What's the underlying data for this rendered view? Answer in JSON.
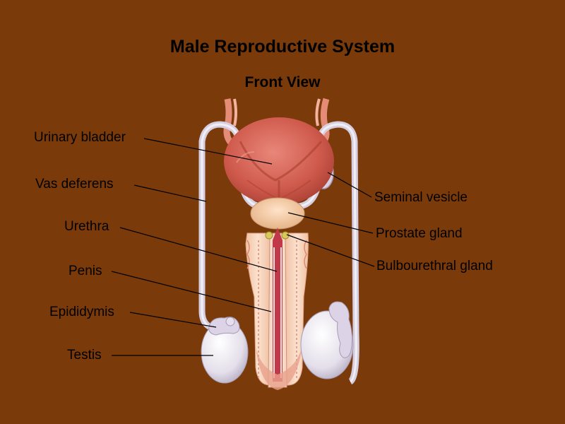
{
  "title": "Male Reproductive System",
  "subtitle": "Front View",
  "labels": {
    "urinary_bladder": "Urinary bladder",
    "vas_deferens": "Vas deferens",
    "urethra": "Urethra",
    "penis": "Penis",
    "epididymis": "Epididymis",
    "testis": "Testis",
    "seminal_vesicle": "Seminal vesicle",
    "prostate_gland": "Prostate gland",
    "bulbourethral_gland": "Bulbourethral gland"
  },
  "colors": {
    "background": "#7a3a0a",
    "bladder": "#d9685a",
    "testis": "#e6e2ee",
    "penis_tissue": "#f2c2a6",
    "leader_line": "#000000"
  }
}
